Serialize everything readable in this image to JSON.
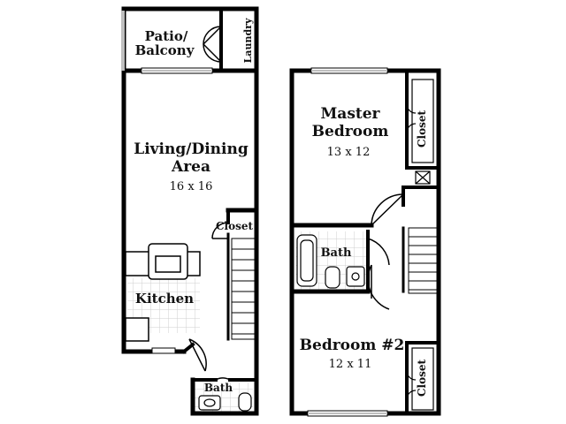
{
  "floorplan": {
    "rooms": {
      "patio": {
        "name_line1": "Patio/",
        "name_line2": "Balcony"
      },
      "laundry": {
        "name": "Laundry"
      },
      "living": {
        "name_line1": "Living/Dining",
        "name_line2": "Area",
        "size": "16 x 16"
      },
      "closet_downstairs": {
        "name": "Closet"
      },
      "kitchen": {
        "name": "Kitchen"
      },
      "bath_downstairs": {
        "name": "Bath"
      },
      "master": {
        "name_line1": "Master",
        "name_line2": "Bedroom",
        "size": "13 x 12"
      },
      "master_closet": {
        "name": "Closet"
      },
      "bath_upstairs": {
        "name": "Bath"
      },
      "bedroom2": {
        "name": "Bedroom #2",
        "size": "12 x 11"
      },
      "bedroom2_closet": {
        "name": "Closet"
      }
    },
    "colors": {
      "wall": "#000000",
      "window": "#bfbfbf",
      "fixture": "#555555",
      "tile": "#cfcfcf"
    }
  }
}
